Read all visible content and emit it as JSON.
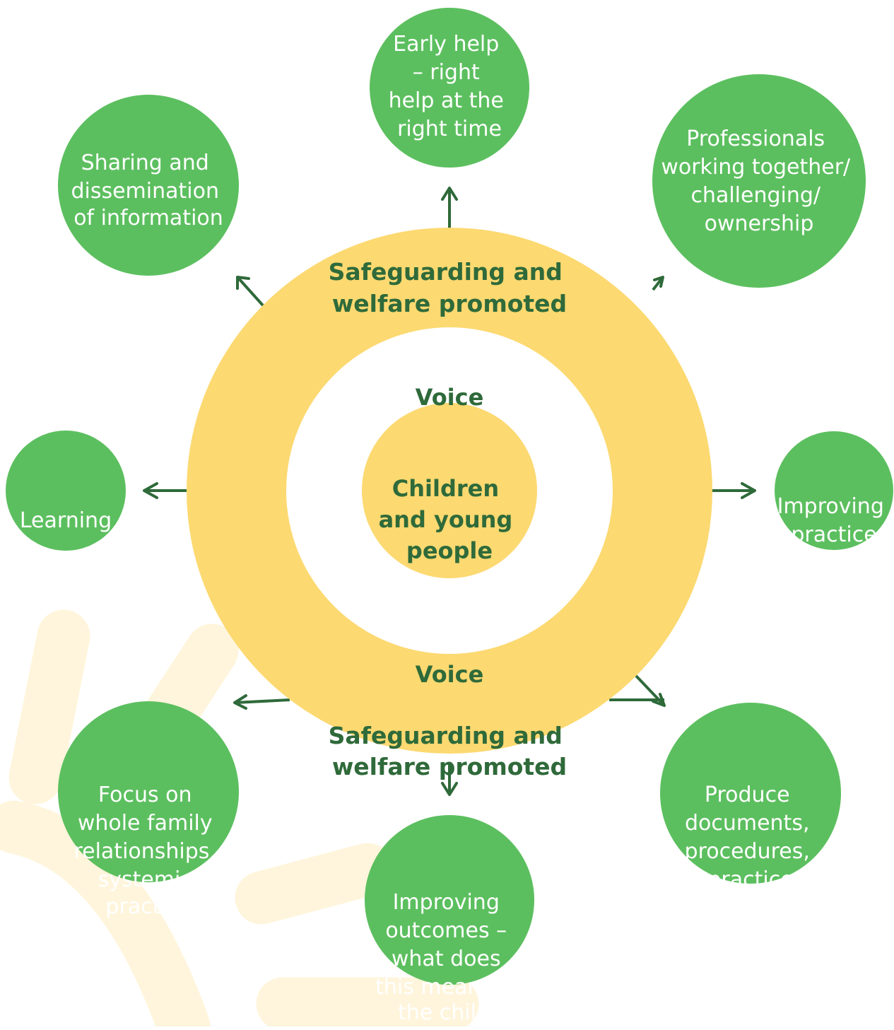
{
  "center": {
    "lines": [
      "Children",
      "and young",
      "people"
    ]
  },
  "voice": {
    "top": "Voice",
    "bottom": "Voice"
  },
  "ring": {
    "top_lines": [
      "Safeguarding and",
      "welfare promoted"
    ],
    "bottom_lines": [
      "Safeguarding and",
      "welfare promoted"
    ]
  },
  "outcomes": [
    {
      "id": "early-help",
      "lines": [
        "Early help",
        "– right",
        "help at the",
        "right time"
      ]
    },
    {
      "id": "professionals",
      "lines": [
        "Professionals",
        "working together/",
        "challenging/",
        "ownership"
      ]
    },
    {
      "id": "improving-practice",
      "lines": [
        "Improving",
        "practice"
      ]
    },
    {
      "id": "produce-documents",
      "lines": [
        "Produce",
        "documents,",
        "procedures,",
        "practice"
      ]
    },
    {
      "id": "improving-outcomes",
      "lines": [
        "Improving",
        "outcomes –",
        "what does",
        "this mean for",
        "the child?"
      ]
    },
    {
      "id": "whole-family",
      "lines": [
        "Focus on",
        "whole family",
        "relationships,",
        "systemic",
        "practice"
      ]
    },
    {
      "id": "learning",
      "lines": [
        "Learning"
      ]
    },
    {
      "id": "sharing",
      "lines": [
        "Sharing and",
        "dissemination",
        "of information"
      ]
    }
  ],
  "colors": {
    "bubble_green": "#5cbf5f",
    "ring_yellow": "#fcd971",
    "text_dark_green": "#2f6a3a",
    "background_decor": "#fff5dc"
  }
}
